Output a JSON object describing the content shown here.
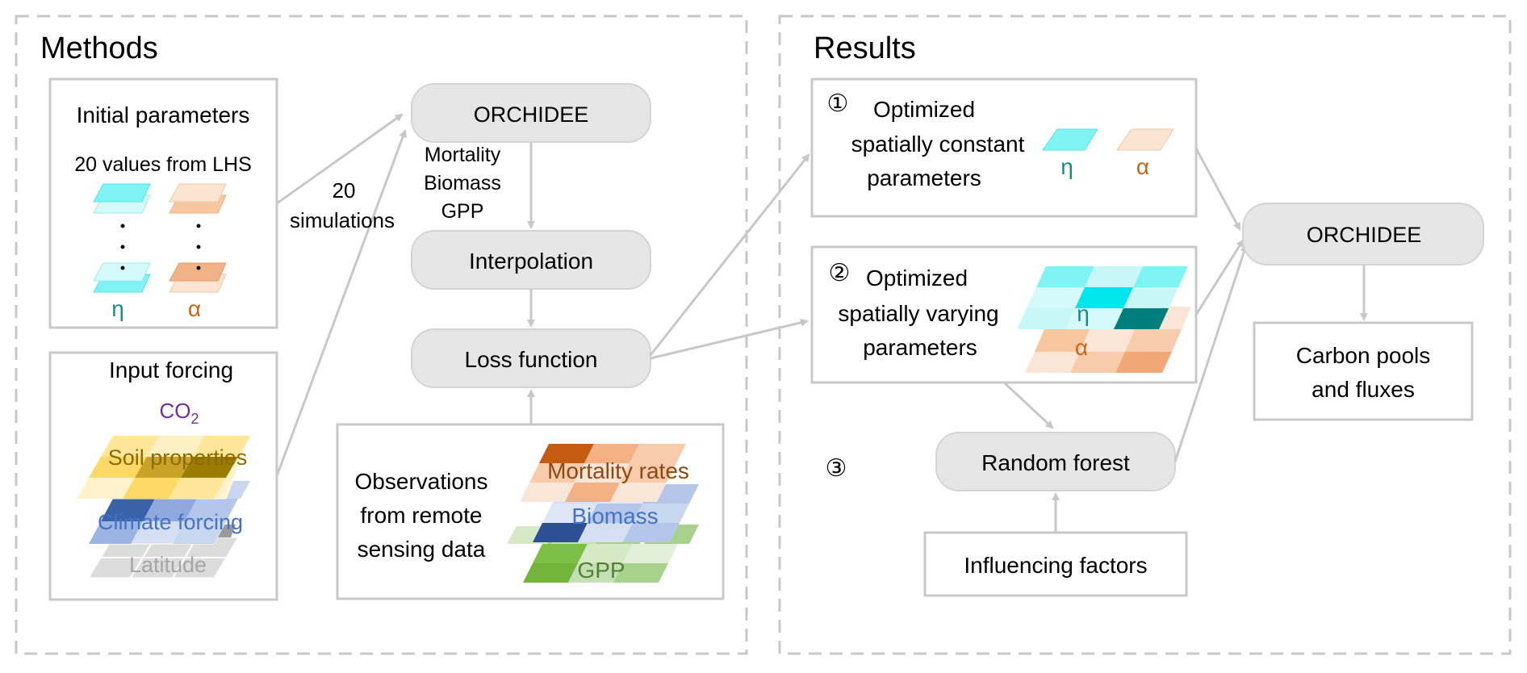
{
  "methods": {
    "title": "Methods",
    "initial_parameters": {
      "title": "Initial parameters",
      "subtitle": "20 values from LHS",
      "eta_label": "η",
      "alpha_label": "α"
    },
    "input_forcing": {
      "title": "Input forcing",
      "co2_label": "CO",
      "co2_subscript": "2",
      "soil_label": "Soil properties",
      "climate_label": "Climate forcing",
      "latitude_label": "Latitude"
    },
    "simulations_label": {
      "line1": "20",
      "line2": "simulations"
    },
    "orchidee_label": "ORCHIDEE",
    "outputs": {
      "line1": "Mortality",
      "line2": "Biomass",
      "line3": "GPP"
    },
    "interpolation_label": "Interpolation",
    "loss_function_label": "Loss function",
    "observations": {
      "line1": "Observations",
      "line2": "from remote",
      "line3": "sensing data",
      "mortality_label": "Mortality rates",
      "biomass_label": "Biomass",
      "gpp_label": "GPP"
    }
  },
  "results": {
    "title": "Results",
    "result1": {
      "marker": "①",
      "line1": "Optimized",
      "line2": "spatially constant",
      "line3": "parameters",
      "eta_label": "η",
      "alpha_label": "α"
    },
    "result2": {
      "marker": "②",
      "line1": "Optimized",
      "line2": "spatially varying",
      "line3": "parameters",
      "eta_label": "η",
      "alpha_label": "α"
    },
    "result3": {
      "marker": "③"
    },
    "random_forest_label": "Random forest",
    "influencing_factors_label": "Influencing factors",
    "orchidee_label": "ORCHIDEE",
    "carbon": {
      "line1": "Carbon pools",
      "line2": "and fluxes"
    }
  },
  "colors": {
    "eta": "#1a8a8a",
    "alpha": "#c5661a",
    "co2": "#7030a0",
    "soil": "#8a6a00",
    "climate": "#4472c4",
    "latitude": "#a6a6a6",
    "mortality": "#8b4a12",
    "biomass": "#4472c4",
    "gpp": "#548235",
    "box_border": "#c8c8c8",
    "pill_fill": "#e6e6e6",
    "arrow": "#c8c8c8"
  }
}
